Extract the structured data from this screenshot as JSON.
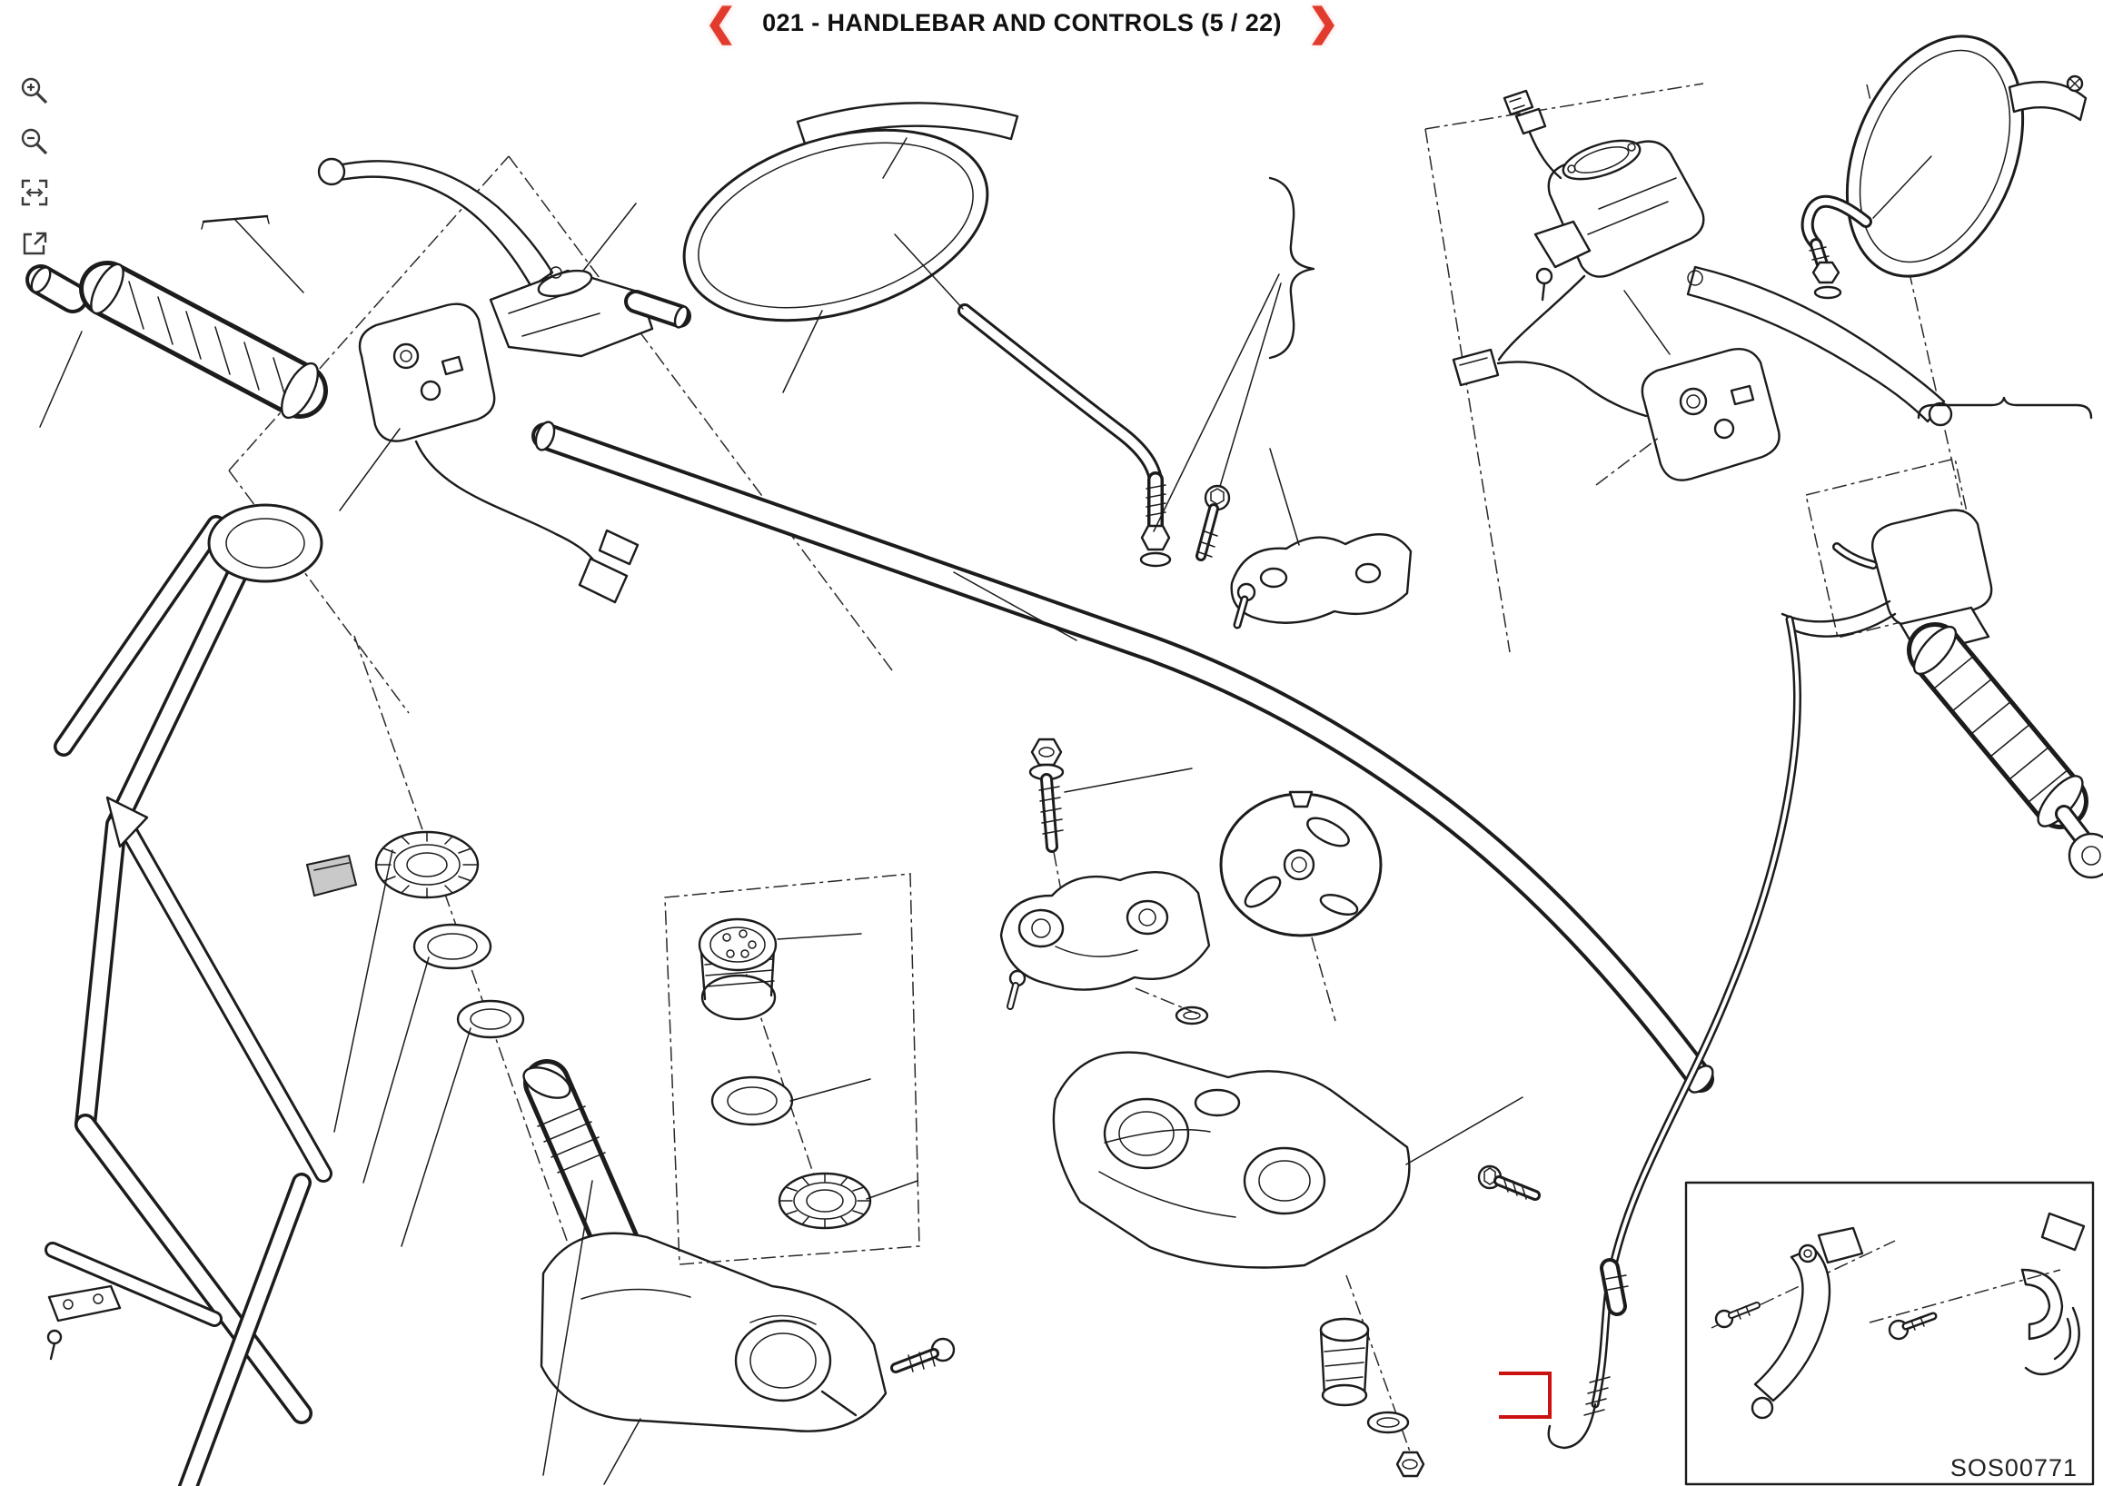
{
  "header": {
    "title": "021 - HANDLEBAR AND CONTROLS (5 / 22)",
    "prev_glyph": "❮",
    "next_glyph": "❯"
  },
  "toolbar": {
    "items": [
      {
        "name": "zoom-in-icon"
      },
      {
        "name": "zoom-out-icon"
      },
      {
        "name": "fit-screen-icon"
      },
      {
        "name": "fullscreen-icon"
      }
    ]
  },
  "diagram": {
    "code": "SOS00771",
    "description": "Exploded parts drawing of motorcycle handlebar and controls: grips, clutch and brake levers, mirrors, switch housings, handlebar, triple clamps, steering stem, bearings and fasteners"
  },
  "colors": {
    "nav_red": "#e23b2e",
    "line": "#1c1c1c",
    "highlight_red": "#cc1111",
    "background": "#ffffff"
  }
}
